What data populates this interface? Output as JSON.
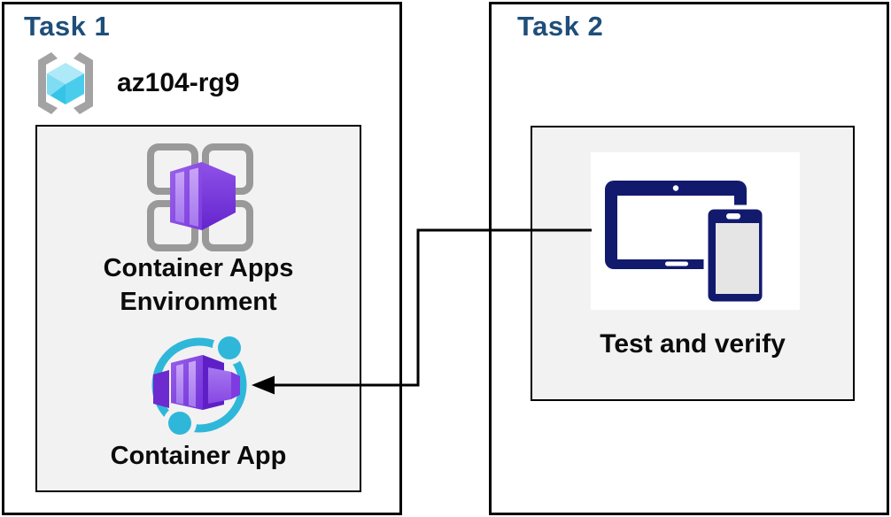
{
  "task1": {
    "title": "Task 1",
    "resource_group": {
      "name": "az104-rg9",
      "icon": "resource-group-icon"
    },
    "environment": {
      "label_line1": "Container Apps",
      "label_line2": "Environment",
      "icon": "container-apps-environment-icon"
    },
    "container_app": {
      "label": "Container App",
      "icon": "container-app-icon"
    }
  },
  "task2": {
    "title": "Task 2",
    "test": {
      "label": "Test and verify",
      "icon": "tablet-and-phone-icon"
    }
  },
  "connector": {
    "type": "elbow-arrow",
    "direction": "from Test and verify panel to Container App icon"
  },
  "colors": {
    "heading_navy": "#1F4E79",
    "panel_gray": "#F2F2F2",
    "devices_navy": "#121A6E",
    "phone_screen_gray": "#E5E5E5",
    "purple_front": "#8A50E6",
    "purple_dark": "#6D2ACF",
    "purple_stripe": "#B990F1",
    "cyan_ring": "#2FB7DA",
    "cube_top": "#AEE9F8",
    "cube_left": "#7EDCF3",
    "cube_right": "#4ACDEC",
    "cube_shadow": "#35C4E6",
    "bracket_gray": "#A3A3A3",
    "grid_gray": "#999999",
    "border_black": "#000000"
  }
}
